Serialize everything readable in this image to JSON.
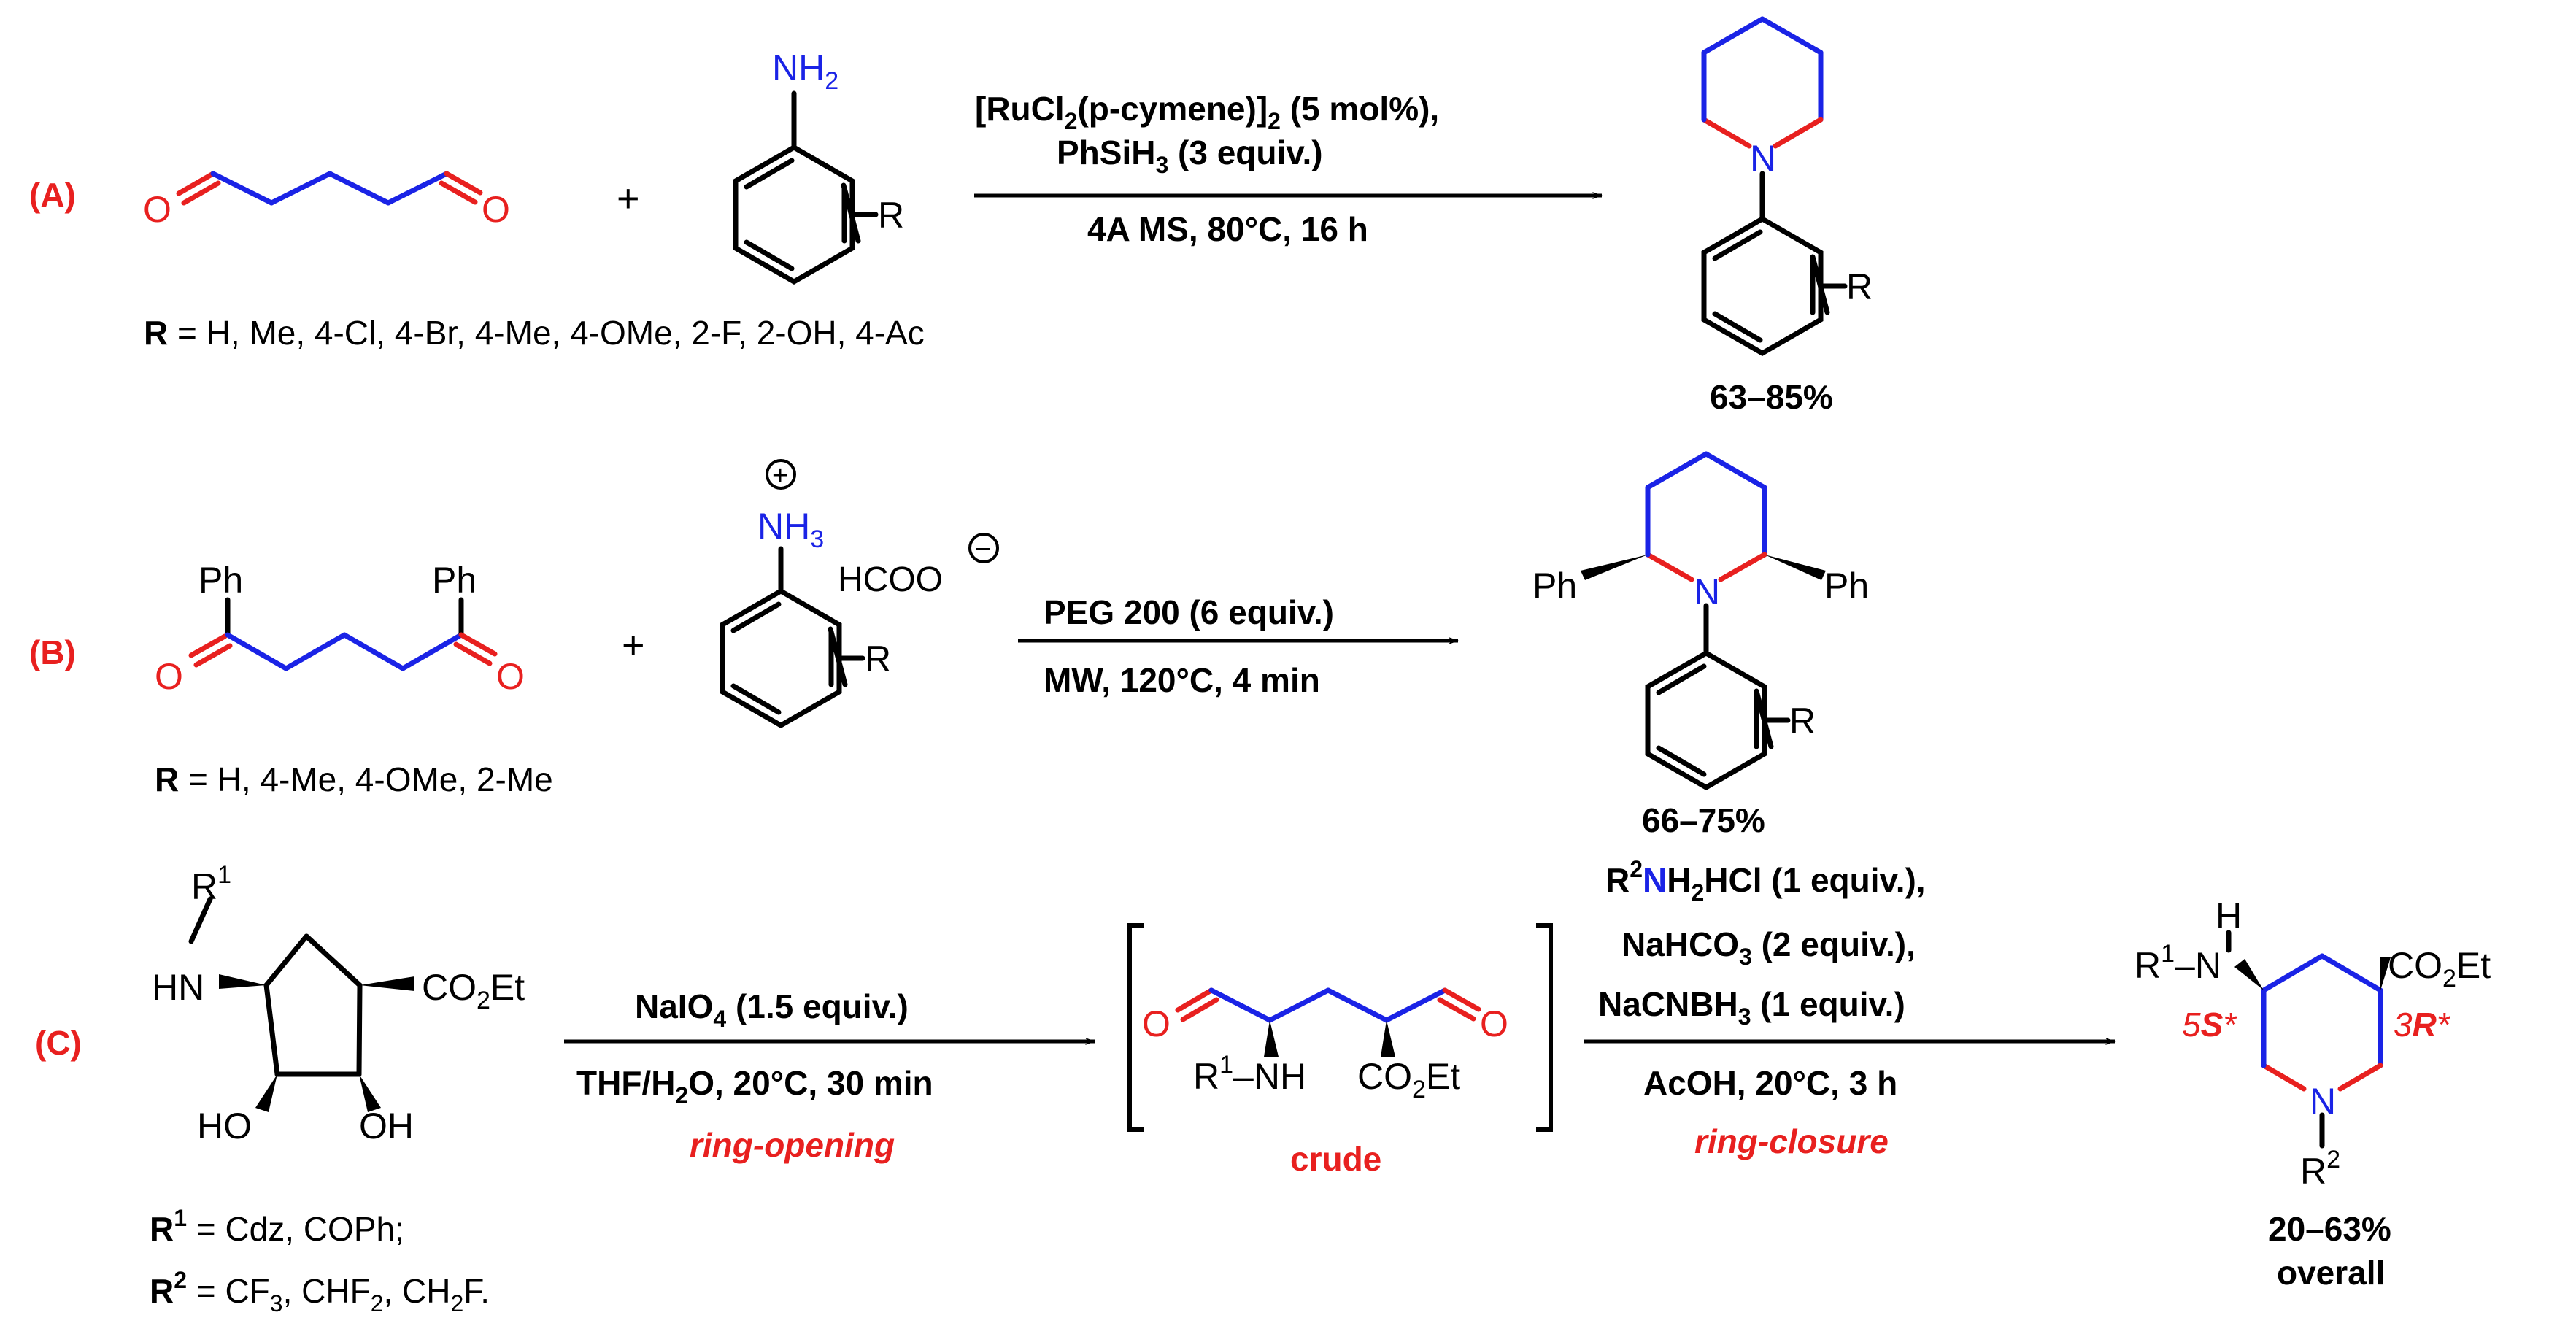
{
  "colors": {
    "label": "#e8201f",
    "nitrogen": "#1a23e6",
    "bond_red": "#e8201f",
    "bond_blue": "#1a23e6",
    "text": "#000000"
  },
  "common": {
    "plus": "+",
    "O": "O",
    "N": "N",
    "NH": "NH",
    "NH2": "NH",
    "NH3": "NH",
    "sub2": "2",
    "sub3": "3",
    "R": "R",
    "R1": "R",
    "sup1": "1",
    "R2": "R",
    "sup2": "2",
    "Ph": "Ph",
    "H": "H",
    "HO": "HO",
    "OH": "OH",
    "HN": "HN",
    "dash": "–",
    "CO2Et_a": "CO",
    "CO2Et_b": "Et",
    "plus_charge": "+",
    "minus_charge": "−"
  },
  "A": {
    "label": "(A)",
    "cond1_a": "[RuCl",
    "cond1_b": "(p-cymene)]",
    "cond1_c": " (5 mol%),",
    "cond2_a": "PhSiH",
    "cond2_b": " (3 equiv.)",
    "cond3": "4A MS, 80°C, 16 h",
    "r_def_label": "R",
    "r_def_text": " = H, Me, 4-Cl, 4-Br, 4-Me, 4-OMe, 2-F, 2-OH, 4-Ac",
    "yield": "63–85%"
  },
  "B": {
    "label": "(B)",
    "formate": "HCOO",
    "cond1": "PEG 200 (6 equiv.)",
    "cond2": "MW, 120°C, 4 min",
    "r_def_label": "R",
    "r_def_text": " = H, 4-Me, 4-OMe, 2-Me",
    "yield": "66–75%"
  },
  "C": {
    "label": "(C)",
    "cond1_a": "NaIO",
    "cond1_sub": "4",
    "cond1_b": " (1.5 equiv.)",
    "cond2_a": "THF/H",
    "cond2_sub": "2",
    "cond2_b": "O, 20°C, 30 min",
    "ring_opening": "ring-opening",
    "crude": "crude",
    "cond3_R": "R",
    "cond3_N": "N",
    "cond3_H": "H",
    "cond3_sub": "2",
    "cond3_b": "HCl (1 equiv.),",
    "cond4_a": "NaHCO",
    "cond4_sub": "3",
    "cond4_b": " (2 equiv.),",
    "cond5_a": "NaCNBH",
    "cond5_sub": "3",
    "cond5_b": " (1 equiv.)",
    "cond6": "AcOH, 20°C, 3 h",
    "ring_closure": "ring-closure",
    "stereo_5": "5",
    "stereo_5s": "S",
    "stereo_3": "3",
    "stereo_3r": "R",
    "star": "*",
    "r1_def_text": " = Cdz, COPh;",
    "r2_def_a": " = CF",
    "r2_def_s1": "3",
    "r2_def_b": ", CHF",
    "r2_def_s2": "2",
    "r2_def_c": ", CH",
    "r2_def_s3": "2",
    "r2_def_d": "F.",
    "yield": "20–63%",
    "overall": "overall"
  }
}
